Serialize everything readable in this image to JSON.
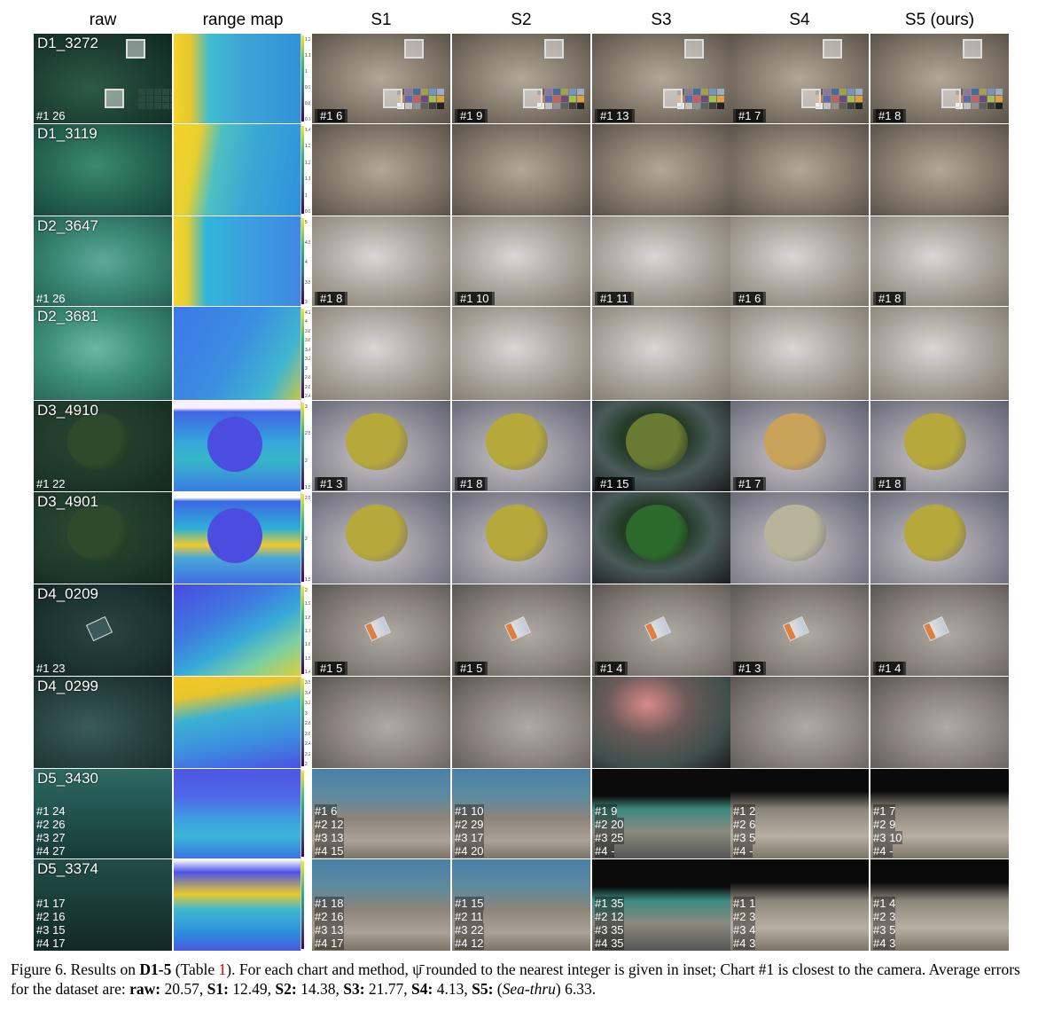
{
  "columns": [
    "raw",
    "range map",
    "S1",
    "S2",
    "S3",
    "S4",
    "S5 (ours)"
  ],
  "rows": [
    {
      "label": "D1_3272",
      "tint": "d1",
      "insets": [
        [
          "#1 26"
        ],
        null,
        [
          "#1 6"
        ],
        [
          "#1 9"
        ],
        [
          "#1 13"
        ],
        [
          "#1 7"
        ],
        [
          "#1 8"
        ]
      ],
      "range": "r1",
      "cbar_ticks": [
        "1.2",
        "1.1",
        "1",
        "0.9",
        "0.8",
        "0.7"
      ]
    },
    {
      "label": "D1_3119",
      "tint": "d1b",
      "insets": [
        null,
        null,
        null,
        null,
        null,
        null,
        null
      ],
      "range": "r2",
      "cbar_ticks": [
        "1.4",
        "1.3",
        "1.2",
        "1.1",
        "1",
        "0.9"
      ]
    },
    {
      "label": "D2_3647",
      "tint": "d2",
      "insets": [
        [
          "#1 26"
        ],
        null,
        [
          "#1 8"
        ],
        [
          "#1 10"
        ],
        [
          "#1 11"
        ],
        [
          "#1 6"
        ],
        [
          "#1 8"
        ]
      ],
      "range": "r3",
      "cbar_ticks": [
        "5",
        "4.5",
        "4",
        "3.5",
        "3"
      ]
    },
    {
      "label": "D2_3681",
      "tint": "d2b",
      "insets": [
        null,
        null,
        null,
        null,
        null,
        null,
        null
      ],
      "range": "r4",
      "cbar_ticks": [
        "4.2",
        "4",
        "3.8",
        "3.6",
        "3.4",
        "3.2",
        "3",
        "2.8",
        "2.6",
        "2.4"
      ]
    },
    {
      "label": "D3_4910",
      "tint": "d3",
      "insets": [
        [
          "#1 22"
        ],
        null,
        [
          "#1 3"
        ],
        [
          "#1 8"
        ],
        [
          "#1 15"
        ],
        [
          "#1 7"
        ],
        [
          "#1 8"
        ]
      ],
      "range": "r5",
      "cbar_ticks": [
        "3",
        "2.5",
        "2",
        "1.5"
      ]
    },
    {
      "label": "D3_4901",
      "tint": "d3b",
      "insets": [
        null,
        null,
        null,
        null,
        null,
        null,
        null
      ],
      "range": "r6",
      "cbar_ticks": [
        "2.5",
        "2",
        "1.5"
      ]
    },
    {
      "label": "D4_0209",
      "tint": "d4",
      "insets": [
        [
          "#1 23"
        ],
        null,
        [
          "#1 5"
        ],
        [
          "#1 5"
        ],
        [
          "#1 4"
        ],
        [
          "#1 3"
        ],
        [
          "#1 4"
        ]
      ],
      "range": "r7",
      "cbar_ticks": [
        "2",
        "1.9",
        "1.8",
        "1.7",
        "1.6",
        "1.5",
        "1.4"
      ]
    },
    {
      "label": "D4_0299",
      "tint": "d4b",
      "insets": [
        null,
        null,
        null,
        null,
        null,
        null,
        null
      ],
      "range": "r8",
      "cbar_ticks": [
        "3.5",
        "3.4",
        "3.2",
        "3",
        "2.8",
        "2.6",
        "2.4",
        "2.2",
        "2"
      ]
    },
    {
      "label": "D5_3430",
      "tint": "d5",
      "insets": [
        [
          "#1 24",
          "#2 26",
          "#3 27",
          "#4 27"
        ],
        null,
        [
          "#1 6",
          "#2 12",
          "#3 13",
          "#4 15"
        ],
        [
          "#1 10",
          "#2 29",
          "#3 17",
          "#4 20"
        ],
        [
          "#1 9",
          "#2 20",
          "#3 25",
          "#4 -"
        ],
        [
          "#1 2",
          "#2 6",
          "#3 5",
          "#4 -"
        ],
        [
          "#1 7",
          "#2 9",
          "#3 10",
          "#4 -"
        ]
      ],
      "range": "r9",
      "cbar_ticks": []
    },
    {
      "label": "D5_3374",
      "tint": "d5b",
      "insets": [
        [
          "#1 17",
          "#2 16",
          "#3 15",
          "#4 17"
        ],
        null,
        [
          "#1 18",
          "#2 16",
          "#3 13",
          "#4 17"
        ],
        [
          "#1 15",
          "#2 11",
          "#3 22",
          "#4 12"
        ],
        [
          "#1 35",
          "#2 12",
          "#3 35",
          "#4 35"
        ],
        [
          "#1 1",
          "#2 3",
          "#3 4",
          "#4 3"
        ],
        [
          "#1 4",
          "#2 3",
          "#3 5",
          "#4 3"
        ]
      ],
      "range": "r10",
      "cbar_ticks": []
    }
  ],
  "caption": {
    "fig": "Figure 6. Results on ",
    "ds": "D1-5",
    "t1": " (Table ",
    "tref": "1",
    "t2": "). For each chart and method, ψ̄ rounded to the nearest integer is given in inset; Chart #1 is closest to the camera. Average errors for the dataset are: ",
    "raw_l": "raw:",
    "raw_v": " 20.57, ",
    "s1_l": "S1:",
    "s1_v": " 12.49, ",
    "s2_l": "S2:",
    "s2_v": " 14.38, ",
    "s3_l": "S3:",
    "s3_v": " 21.77, ",
    "s4_l": "S4:",
    "s4_v": " 4.13, ",
    "s5_l": "S5:",
    "s5_v1": " (",
    "s5_name": "Sea-thru",
    "s5_v2": ") 6.33."
  },
  "colors": {
    "raw_d1": "#1f4a3c",
    "raw_d2": "#2f7a66",
    "raw_d3": "#1e3a2c",
    "raw_d4": "#1c3a38",
    "raw_d5": "#1d4a46",
    "restored_sand": "#8d8477",
    "coral_yellow": "#b7a83a",
    "viridis_yellow": "#f9e721",
    "viridis_blue": "#3b4cc0"
  }
}
